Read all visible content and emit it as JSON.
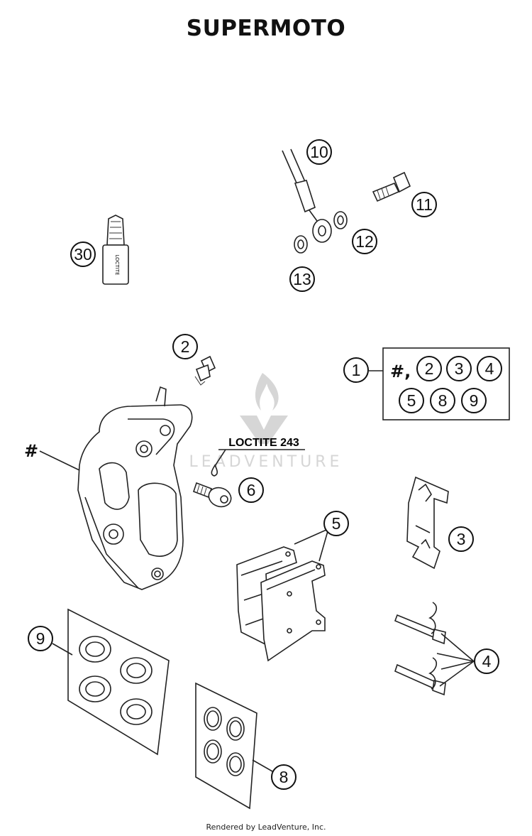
{
  "title": "SUPERMOTO",
  "footer": "Rendered by LeadVenture, Inc.",
  "watermark": "LEADVENTURE",
  "loctite_note": "LOCTITE 243",
  "loctite_bottle_text": "LOCTITE",
  "caliper_mark": "#",
  "kit_prefix": "#,",
  "callouts": {
    "c1": "1",
    "c2": "2",
    "c3": "3",
    "c4": "4",
    "c5": "5",
    "c6": "6",
    "c8": "8",
    "c9": "9",
    "c10": "10",
    "c11": "11",
    "c12": "12",
    "c13": "13",
    "c30": "30"
  },
  "kit_items": [
    "2",
    "3",
    "4",
    "5",
    "8",
    "9"
  ]
}
